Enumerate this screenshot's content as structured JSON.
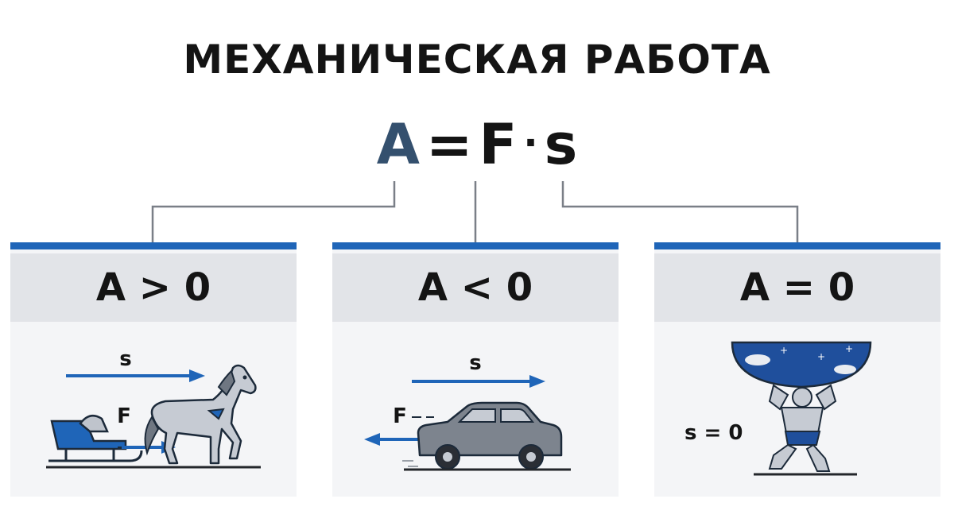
{
  "title": "МЕХАНИЧЕСКАЯ РАБОТА",
  "formula": {
    "a": "A",
    "equals": "=",
    "f": "F",
    "dot": "·",
    "s": "s"
  },
  "panels": [
    {
      "heading": "A > 0",
      "s_label": "s",
      "f_label": "F"
    },
    {
      "heading": "A < 0",
      "s_label": "s",
      "f_label": "F"
    },
    {
      "heading": "A = 0",
      "s_label": "s = 0"
    }
  ],
  "colors": {
    "accent": "#1f65b8",
    "formula_a": "#34506e",
    "header_bg": "#e2e4e8",
    "panel_bg": "#f4f5f7"
  }
}
